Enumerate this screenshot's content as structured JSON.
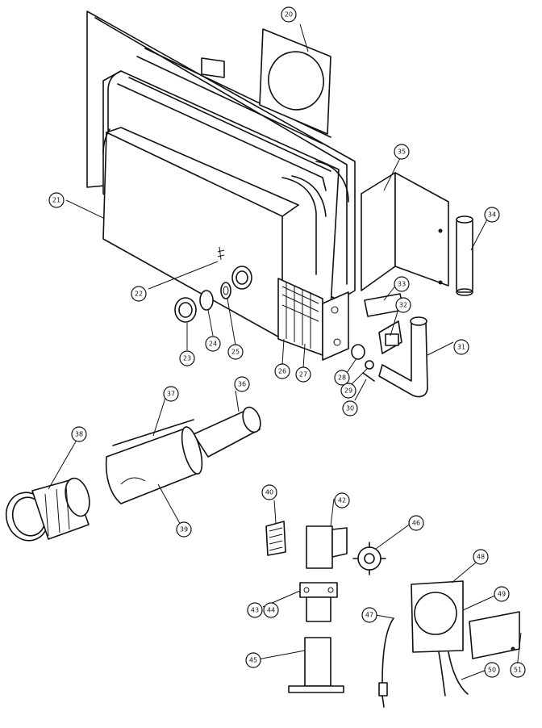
{
  "callouts": [
    {
      "id": "c20",
      "label": "20"
    },
    {
      "id": "c21",
      "label": "21"
    },
    {
      "id": "c22",
      "label": "22"
    },
    {
      "id": "c23",
      "label": "23"
    },
    {
      "id": "c24",
      "label": "24"
    },
    {
      "id": "c25",
      "label": "25"
    },
    {
      "id": "c26",
      "label": "26"
    },
    {
      "id": "c27",
      "label": "27"
    },
    {
      "id": "c28",
      "label": "28"
    },
    {
      "id": "c29",
      "label": "29"
    },
    {
      "id": "c30",
      "label": "30"
    },
    {
      "id": "c31",
      "label": "31"
    },
    {
      "id": "c32",
      "label": "32"
    },
    {
      "id": "c33",
      "label": "33"
    },
    {
      "id": "c34",
      "label": "34"
    },
    {
      "id": "c35",
      "label": "35"
    },
    {
      "id": "c36",
      "label": "36"
    },
    {
      "id": "c37",
      "label": "37"
    },
    {
      "id": "c38",
      "label": "38"
    },
    {
      "id": "c39",
      "label": "39"
    },
    {
      "id": "c40",
      "label": "40"
    },
    {
      "id": "c42",
      "label": "42"
    },
    {
      "id": "c43",
      "label": "43"
    },
    {
      "id": "c44",
      "label": "44"
    },
    {
      "id": "c45",
      "label": "45"
    },
    {
      "id": "c46",
      "label": "46"
    },
    {
      "id": "c47",
      "label": "47"
    },
    {
      "id": "c48",
      "label": "48"
    },
    {
      "id": "c49",
      "label": "49"
    },
    {
      "id": "c50",
      "label": "50"
    },
    {
      "id": "c51",
      "label": "51"
    }
  ]
}
